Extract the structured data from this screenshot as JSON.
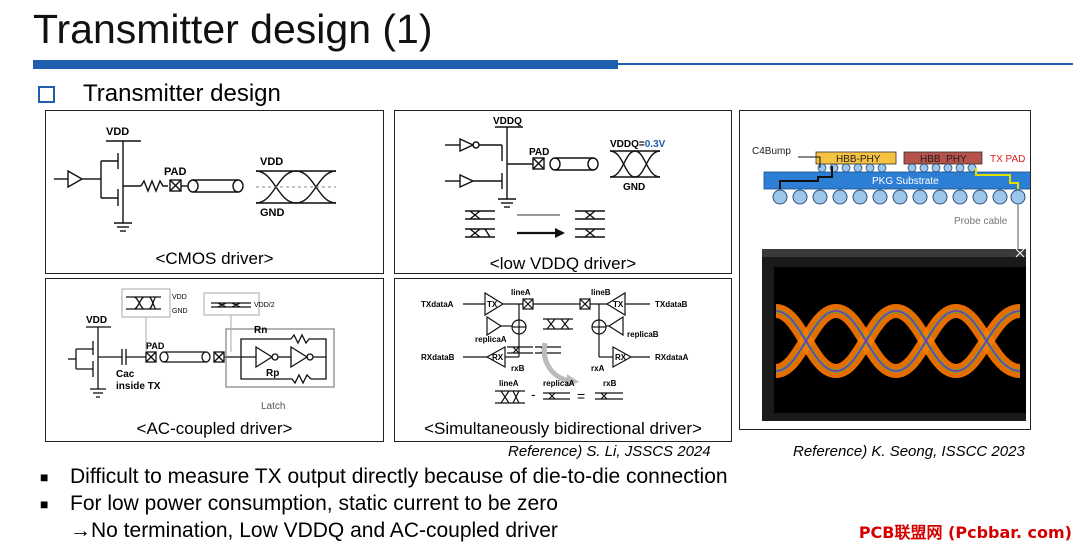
{
  "title": "Transmitter design (1)",
  "subtitle": "Transmitter design",
  "panels": {
    "cmos": {
      "caption": "<CMOS driver>",
      "vdd": "VDD",
      "pad": "PAD",
      "vdd_out": "VDD",
      "gnd": "GND"
    },
    "low_vddq": {
      "caption": "<low VDDQ driver>",
      "vddq": "VDDQ",
      "pad": "PAD",
      "vddq_val_prefix": "VDDQ=",
      "vddq_val": "0.3V",
      "gnd": "GND"
    },
    "ac": {
      "caption": "<AC-coupled driver>",
      "vdd": "VDD",
      "pad": "PAD",
      "cac": "Cac",
      "inside_tx": "inside TX",
      "rn": "Rn",
      "rp": "Rp",
      "latch": "Latch",
      "eye_vdd": "VDD",
      "eye_gnd": "GND",
      "eye_vdd2": "VDD/2"
    },
    "sbd": {
      "caption": "<Simultaneously bidirectional driver>",
      "txdata_a": "TXdataA",
      "txdata_b": "TXdataB",
      "rxdata_a": "RXdataA",
      "rxdata_b": "RXdataB",
      "tx": "TX",
      "rx": "RX",
      "line_a": "lineA",
      "line_b": "lineB",
      "replica_a": "replicaA",
      "replica_b": "replicaB",
      "rxa": "rxA",
      "rxb": "rxB",
      "eq_line_a": "lineA",
      "eq_replica_a": "replicaA",
      "eq_rxb": "rxB"
    },
    "pkg": {
      "c4bump": "C4Bump",
      "hbb_phy_1": "HBB-PHY",
      "hbb_phy_2": "HBB_PHY",
      "tx_pad": "TX PAD",
      "substrate": "PKG Substrate",
      "probe_cable": "Probe cable"
    }
  },
  "references": {
    "left": "Reference) S. Li, JSSCS 2024",
    "right": "Reference) K. Seong, ISSCC 2023"
  },
  "bullets": [
    "Difficult to measure TX output directly because of die-to-die connection",
    "For low power consumption, static current to be zero"
  ],
  "arrow_line": "→No termination, Low VDDQ and AC-coupled driver",
  "watermark": "PCB联盟网 (Pcbbar. com)",
  "colors": {
    "accent": "#1f5fad",
    "hbb_phy_1": "#f5c242",
    "hbb_phy_2": "#b5524a",
    "substrate": "#2d7fd6",
    "tx_pad": "#e02020",
    "vddq_val": "#1f5fad"
  }
}
